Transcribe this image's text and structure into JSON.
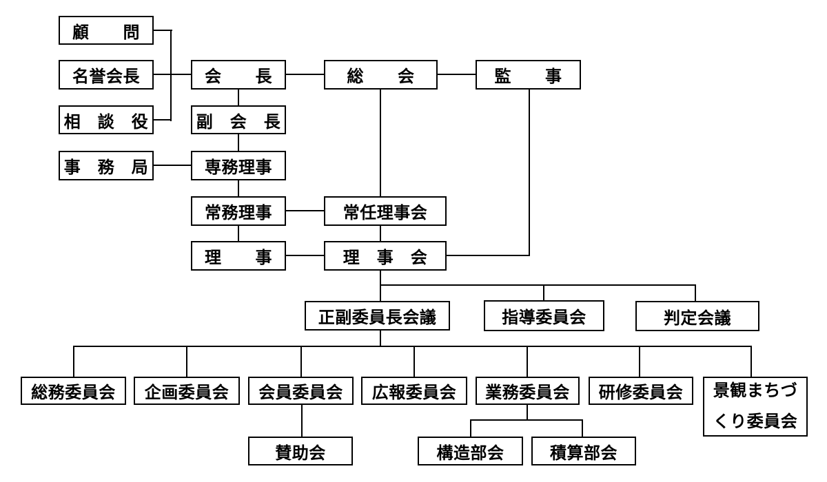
{
  "diagram": {
    "type": "organization-chart",
    "language": "ja",
    "colors": {
      "box_border": "#000000",
      "line": "#000000",
      "background": "#ffffff",
      "text": "#000000"
    },
    "nodes": {
      "komon": {
        "label": "顧　　問"
      },
      "meiyo": {
        "label": "名誉会長"
      },
      "sodan": {
        "label": "相　談　役"
      },
      "kaicho": {
        "label": "会　　長"
      },
      "fuku": {
        "label": "副　会　長"
      },
      "jimu": {
        "label": "事　務　局"
      },
      "senmu": {
        "label": "専務理事"
      },
      "jomu": {
        "label": "常務理事"
      },
      "riji": {
        "label": "理　　事"
      },
      "sokai": {
        "label": "総　　会"
      },
      "kanji": {
        "label": "監　　事"
      },
      "jonin": {
        "label": "常任理事会"
      },
      "rijikai": {
        "label": "理　事　会"
      },
      "seifuku": {
        "label": "正副委員長会議"
      },
      "shido": {
        "label": "指導委員会"
      },
      "hantei": {
        "label": "判定会議"
      },
      "somu": {
        "label": "総務委員会"
      },
      "kikaku": {
        "label": "企画委員会"
      },
      "kaiin": {
        "label": "会員委員会"
      },
      "koho": {
        "label": "広報委員会"
      },
      "gyomu": {
        "label": "業務委員会"
      },
      "kenshu": {
        "label": "研修委員会"
      },
      "keikan": {
        "label": "景観まちづ\nくり委員会"
      },
      "sanjo": {
        "label": "賛助会"
      },
      "kozo": {
        "label": "構造部会"
      },
      "sekisan": {
        "label": "積算部会"
      }
    },
    "edges": [
      [
        "komon",
        "spine"
      ],
      [
        "sodan",
        "spine"
      ],
      [
        "meiyo",
        "kaicho"
      ],
      [
        "kaicho",
        "sokai"
      ],
      [
        "sokai",
        "kanji"
      ],
      [
        "kaicho",
        "fuku"
      ],
      [
        "fuku",
        "senmu"
      ],
      [
        "jimu",
        "senmu"
      ],
      [
        "senmu",
        "jomu"
      ],
      [
        "jomu",
        "riji"
      ],
      [
        "jomu",
        "jonin"
      ],
      [
        "riji",
        "rijikai"
      ],
      [
        "sokai",
        "jonin"
      ],
      [
        "jonin",
        "rijikai"
      ],
      [
        "kanji",
        "rijikai"
      ],
      [
        "rijikai",
        "seifuku"
      ],
      [
        "rijikai",
        "shido"
      ],
      [
        "rijikai",
        "hantei"
      ],
      [
        "seifuku",
        "somu"
      ],
      [
        "seifuku",
        "kikaku"
      ],
      [
        "seifuku",
        "kaiin"
      ],
      [
        "seifuku",
        "koho"
      ],
      [
        "seifuku",
        "gyomu"
      ],
      [
        "seifuku",
        "kenshu"
      ],
      [
        "seifuku",
        "keikan"
      ],
      [
        "kaiin",
        "sanjo"
      ],
      [
        "gyomu",
        "kozo"
      ],
      [
        "gyomu",
        "sekisan"
      ]
    ]
  }
}
